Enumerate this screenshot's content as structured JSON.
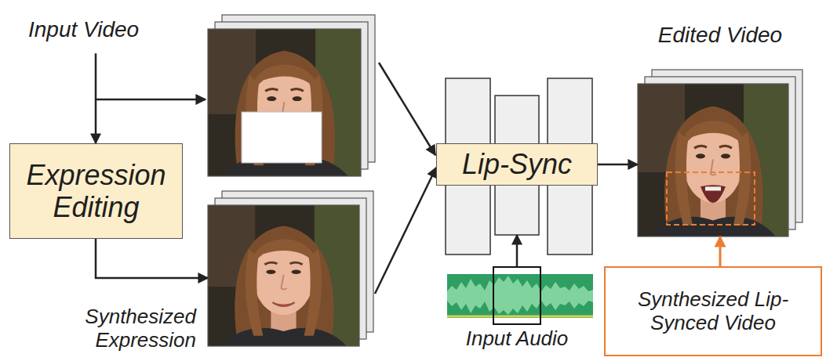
{
  "diagram": {
    "nodes": [
      {
        "text": [
          "Input Video"
        ]
      },
      {
        "text": [
          "Expression Editing"
        ]
      },
      {
        "text": [
          "Synthesized Expression"
        ]
      },
      {
        "text": [
          "Lip-Sync"
        ]
      },
      {
        "text": [
          "Input Audio"
        ]
      },
      {
        "text": [
          "Edited Video"
        ]
      },
      {
        "text": [
          "Synthesized Lip-Synced Video"
        ]
      }
    ],
    "edges": [
      {
        "from": 0,
        "to": 1,
        "arrow": "to"
      },
      {
        "from": 1,
        "to": 2,
        "arrow": "to"
      },
      {
        "from": 2,
        "to": 3,
        "arrow": "to"
      },
      {
        "from": 4,
        "to": 3,
        "arrow": "to"
      },
      {
        "from": 3,
        "to": 5,
        "arrow": "to"
      },
      {
        "from": 6,
        "to": 5,
        "arrow": "to"
      }
    ]
  }
}
